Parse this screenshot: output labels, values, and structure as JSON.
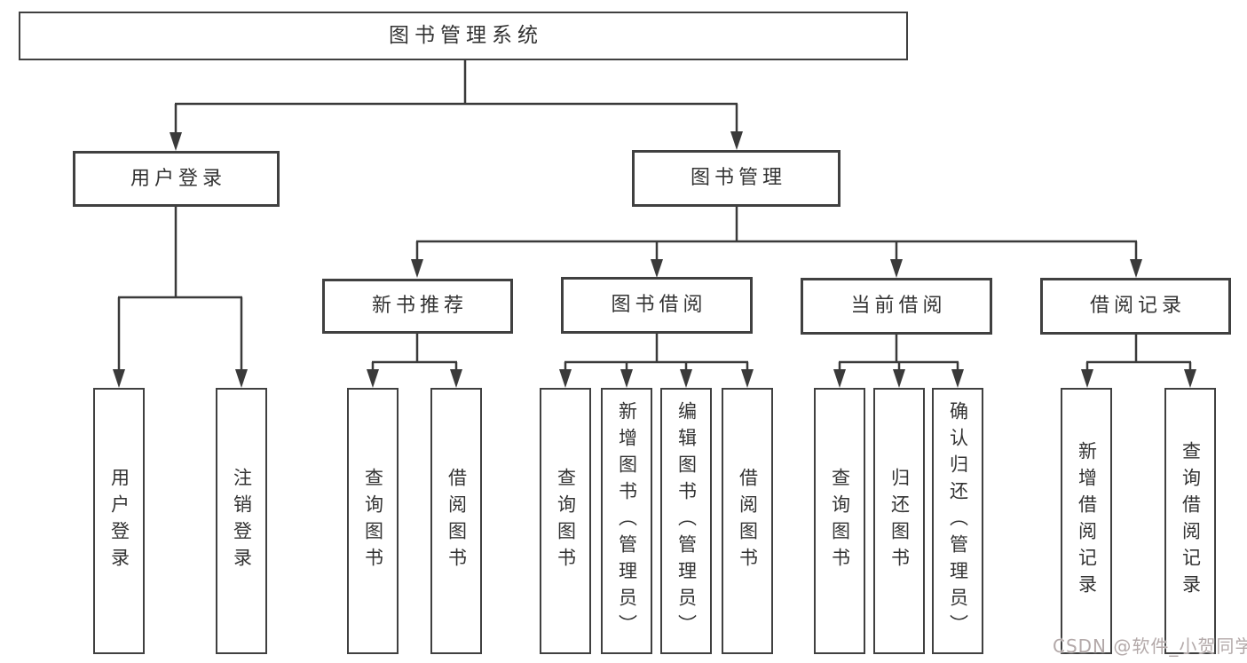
{
  "diagram": {
    "root": {
      "label": "图书管理系统",
      "children": [
        {
          "label": "用户登录",
          "children": [
            {
              "label": "用户登录"
            },
            {
              "label": "注销登录"
            }
          ]
        },
        {
          "label": "图书管理",
          "children": [
            {
              "label": "新书推荐",
              "children": [
                {
                  "label": "查询图书"
                },
                {
                  "label": "借阅图书"
                }
              ]
            },
            {
              "label": "图书借阅",
              "children": [
                {
                  "label": "查询图书"
                },
                {
                  "label": "新增图书（管理员）"
                },
                {
                  "label": "编辑图书（管理员）"
                },
                {
                  "label": "借阅图书"
                }
              ]
            },
            {
              "label": "当前借阅",
              "children": [
                {
                  "label": "查询图书"
                },
                {
                  "label": "归还图书"
                },
                {
                  "label": "确认归还（管理员）"
                }
              ]
            },
            {
              "label": "借阅记录",
              "children": [
                {
                  "label": "新增借阅记录"
                },
                {
                  "label": "查询借阅记录"
                }
              ]
            }
          ]
        }
      ]
    },
    "colors": {
      "line": "#3a3a3a",
      "border": "#404040",
      "text": "#333333",
      "background": "#ffffff",
      "watermark": "#b3a9a9"
    }
  },
  "watermark": {
    "text": "CSDN @软件_小贺同学"
  }
}
